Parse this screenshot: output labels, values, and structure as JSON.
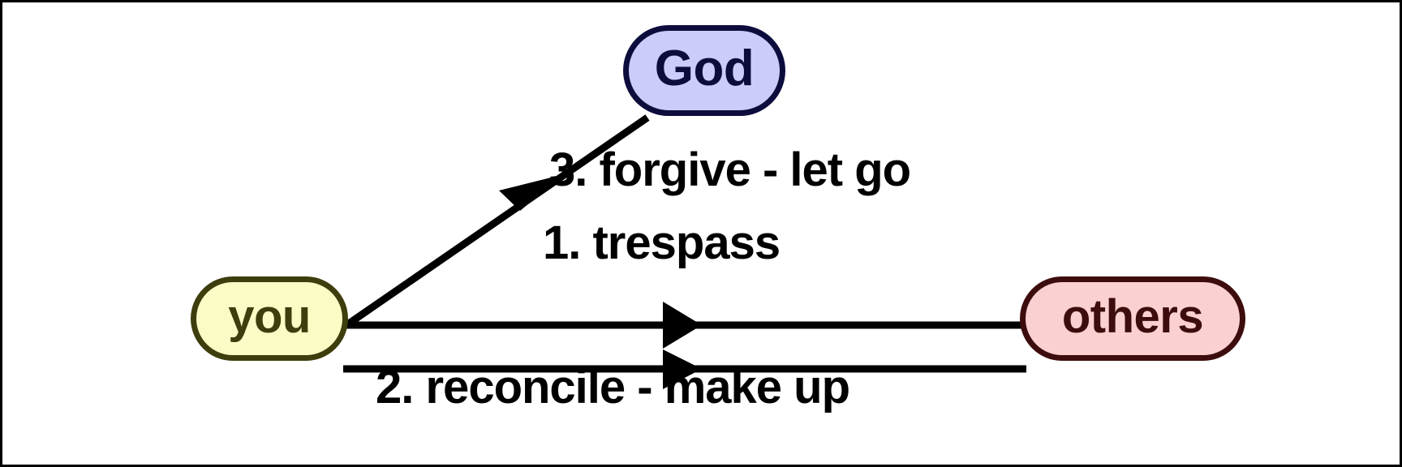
{
  "diagram": {
    "title": "forgiveness-relationship-diagram",
    "background_color": "#ffffff",
    "border_color": "#000000",
    "nodes": [
      {
        "id": "god",
        "label": "God",
        "fill": "#ccccfa",
        "stroke": "#0d0d3d",
        "text_color": "#0d0d3d"
      },
      {
        "id": "you",
        "label": "you",
        "fill": "#fbfbc5",
        "stroke": "#3d3d0d",
        "text_color": "#3d3d0d"
      },
      {
        "id": "others",
        "label": "others",
        "fill": "#fad0d0",
        "stroke": "#3d0d0d",
        "text_color": "#3d0d0d"
      }
    ],
    "edges": [
      {
        "id": "forgive",
        "label": "3. forgive - let go",
        "from": "you",
        "to": "God",
        "color": "#000000",
        "arrow": "up-right"
      },
      {
        "id": "trespass",
        "label": "1. trespass",
        "from": "you",
        "to": "others",
        "color": "#000000",
        "arrow": "right"
      },
      {
        "id": "reconcile",
        "label": "2. reconcile - make up",
        "from": "you",
        "to": "others",
        "color": "#000000",
        "arrow": "right"
      }
    ]
  }
}
